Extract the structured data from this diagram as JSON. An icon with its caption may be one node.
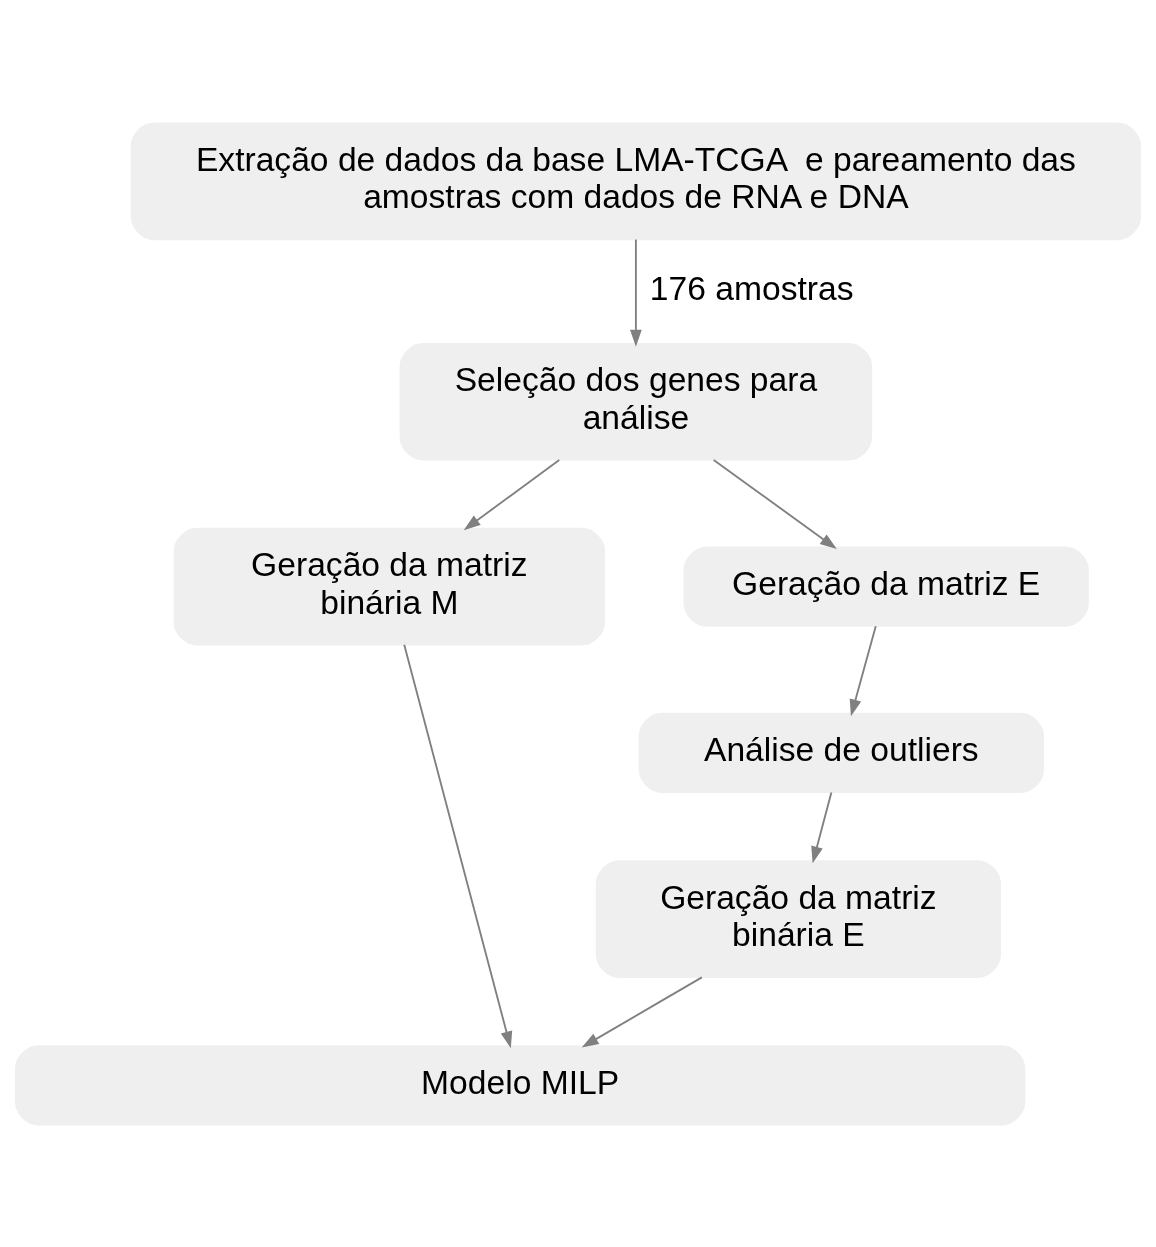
{
  "diagram": {
    "nodes": [
      {
        "text": [
          "Extração de dados da base LMA-TCGA  e pareamento das amostras com dados de RNA e DNA"
        ]
      },
      {
        "text": [
          "Seleção dos genes para análise"
        ]
      },
      {
        "text": [
          "Geração da matriz binária M"
        ]
      },
      {
        "text": [
          "Geração da matriz E"
        ]
      },
      {
        "text": [
          "Análise de outliers"
        ]
      },
      {
        "text": [
          "Geração da matriz binária E"
        ]
      },
      {
        "text": [
          "Modelo MILP"
        ]
      }
    ],
    "edges": [
      {
        "from": 0,
        "to": 1,
        "arrow": "to",
        "label": "176 amostras"
      },
      {
        "from": 1,
        "to": 2,
        "arrow": "to"
      },
      {
        "from": 1,
        "to": 3,
        "arrow": "to"
      },
      {
        "from": 3,
        "to": 4,
        "arrow": "to"
      },
      {
        "from": 4,
        "to": 5,
        "arrow": "to"
      },
      {
        "from": 2,
        "to": 6,
        "arrow": "to"
      },
      {
        "from": 5,
        "to": 6,
        "arrow": "to"
      }
    ]
  }
}
